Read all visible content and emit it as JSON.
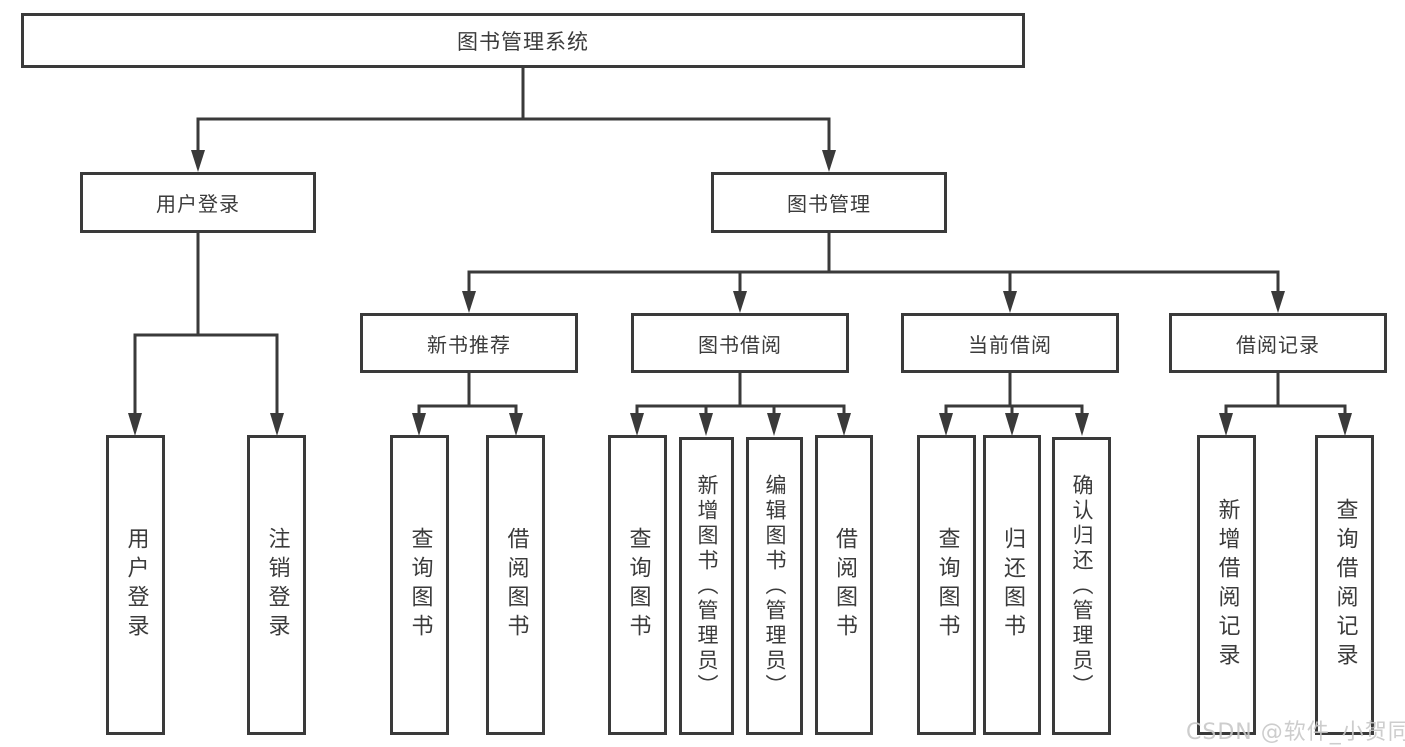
{
  "colors": {
    "line": "#3a3a3a",
    "text": "#3b3b3b",
    "watermark": "#c8c8c8",
    "background": "#ffffff"
  },
  "watermark": "CSDN @软件_小贺同学",
  "tree": {
    "root": {
      "label": "图书管理系统"
    },
    "branches": [
      {
        "label": "用户登录",
        "children": [
          {
            "label": "用户登录"
          },
          {
            "label": "注销登录"
          }
        ]
      },
      {
        "label": "图书管理",
        "groups": [
          {
            "label": "新书推荐",
            "children": [
              {
                "label": "查询图书"
              },
              {
                "label": "借阅图书"
              }
            ]
          },
          {
            "label": "图书借阅",
            "children": [
              {
                "label": "查询图书"
              },
              {
                "label": "新增图书（管理员）"
              },
              {
                "label": "编辑图书（管理员）"
              },
              {
                "label": "借阅图书"
              }
            ]
          },
          {
            "label": "当前借阅",
            "children": [
              {
                "label": "查询图书"
              },
              {
                "label": "归还图书"
              },
              {
                "label": "确认归还（管理员）"
              }
            ]
          },
          {
            "label": "借阅记录",
            "children": [
              {
                "label": "新增借阅记录"
              },
              {
                "label": "查询借阅记录"
              }
            ]
          }
        ]
      }
    ]
  }
}
